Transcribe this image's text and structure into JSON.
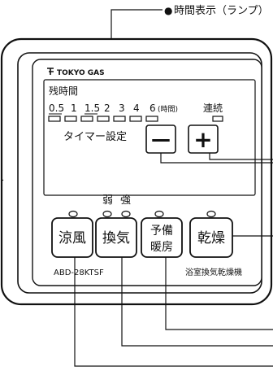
{
  "callout": {
    "bullet": "●",
    "label": "時間表示（ランプ）"
  },
  "brand": {
    "name": "TOKYO GAS"
  },
  "timer_display": {
    "title": "残時間",
    "hours": [
      "0.5",
      "1",
      "1.5",
      "2",
      "3",
      "4",
      "6"
    ],
    "hours_unit": "(時間)",
    "continuous": "連続",
    "setting_label": "タイマー設定"
  },
  "setting_buttons": {
    "minus": "—",
    "plus": "+"
  },
  "strength_labels": {
    "weak": "弱",
    "strong": "強"
  },
  "mode_buttons": {
    "cool": "涼風",
    "vent": "換気",
    "preheat_line1": "予備",
    "preheat_line2": "暖房",
    "dry": "乾燥"
  },
  "model": "ABD-28KTSF",
  "product": "浴室換気乾燥機"
}
